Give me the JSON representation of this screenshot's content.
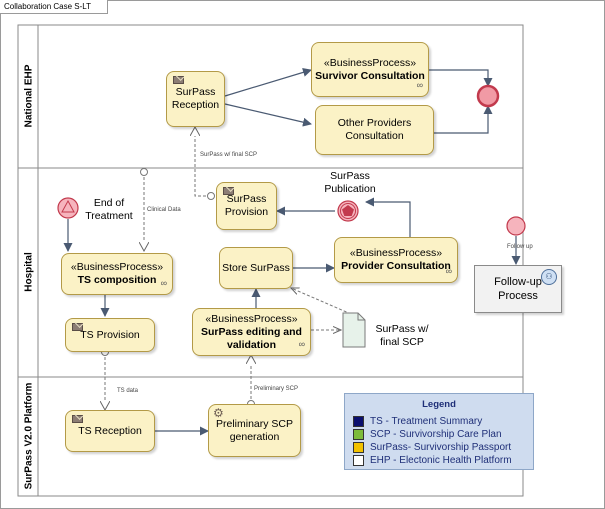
{
  "frame_title": "Collaboration Case S-LT",
  "lanes": {
    "national_ehp": "National EHP",
    "hospital": "Hospital",
    "platform": "SurPass V2.0 Platform"
  },
  "nodes": {
    "surpass_reception": "SurPass Reception",
    "survivor_consultation": {
      "stereotype": "«BusinessProcess»",
      "name": "Survivor Consultation"
    },
    "other_providers": "Other Providers Consultation",
    "end_of_treatment": "End of Treatment",
    "surpass_provision": "SurPass Provision",
    "surpass_publication": "SurPass Publication",
    "ts_composition": {
      "stereotype": "«BusinessProcess»",
      "name": "TS composition"
    },
    "store_surpass": "Store SurPass",
    "provider_consultation": {
      "stereotype": "«BusinessProcess»",
      "name": "Provider Consultation"
    },
    "ts_provision": "TS Provision",
    "surpass_editing": {
      "stereotype": "«BusinessProcess»",
      "name": "SurPass editing and validation"
    },
    "surpass_final_scp": "SurPass w/ final SCP",
    "followup_process": "Follow-up Process",
    "ts_reception": "TS Reception",
    "preliminary_scp_generation": "Preliminary SCP generation"
  },
  "edge_labels": {
    "surpass_final_scp": "SurPass w/ final SCP",
    "clinical_data": "Clinical Data",
    "follow_up": "Follow up",
    "ts_data": "TS data",
    "preliminary_scp": "Preliminary SCP"
  },
  "legend": {
    "title": "Legend",
    "items": [
      {
        "color": "#0b0f6e",
        "text": "TS - Treatment Summary"
      },
      {
        "color": "#7dbb3a",
        "text": "SCP - Survivorship Care Plan"
      },
      {
        "color": "#f2c200",
        "text": "SurPass- Survivorship Passport"
      },
      {
        "color": "#ffffff",
        "text": "EHP - Electonic Health Platform"
      }
    ]
  }
}
